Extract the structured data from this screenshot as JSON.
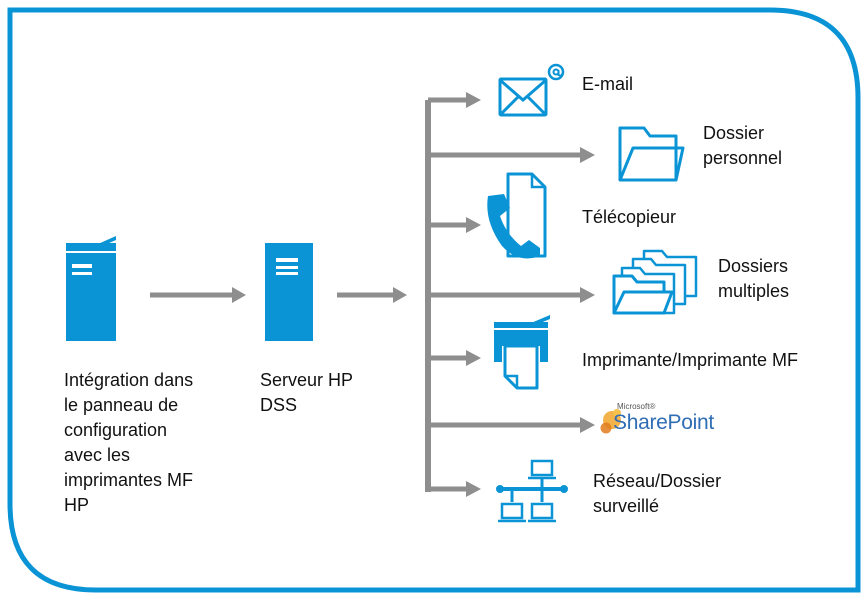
{
  "colors": {
    "frame": "#0A94D6",
    "icon": "#0A94D6",
    "arrow": "#8E8E8E",
    "sharepoint_text": "#2F6DB5"
  },
  "sources": [
    {
      "icon": "mfp-printer-icon",
      "label_lines": [
        "Intégration dans",
        "le panneau de",
        "configuration",
        "avec les",
        "imprimantes MF",
        "HP"
      ]
    },
    {
      "icon": "server-icon",
      "label_lines": [
        "Serveur HP",
        "DSS"
      ]
    }
  ],
  "destinations": [
    {
      "icon": "email-icon",
      "label_lines": [
        "E-mail"
      ]
    },
    {
      "icon": "folder-icon",
      "label_lines": [
        "Dossier",
        "personnel"
      ]
    },
    {
      "icon": "fax-icon",
      "label_lines": [
        "Télécopieur"
      ]
    },
    {
      "icon": "multiple-folders-icon",
      "label_lines": [
        "Dossiers",
        "multiples"
      ]
    },
    {
      "icon": "printer-icon",
      "label_lines": [
        "Imprimante/Imprimante MF"
      ]
    },
    {
      "icon": "sharepoint-logo",
      "logo_small": "Microsoft®",
      "logo_text": "SharePoint"
    },
    {
      "icon": "network-icon",
      "label_lines": [
        "Réseau/Dossier",
        "surveillé"
      ]
    }
  ]
}
